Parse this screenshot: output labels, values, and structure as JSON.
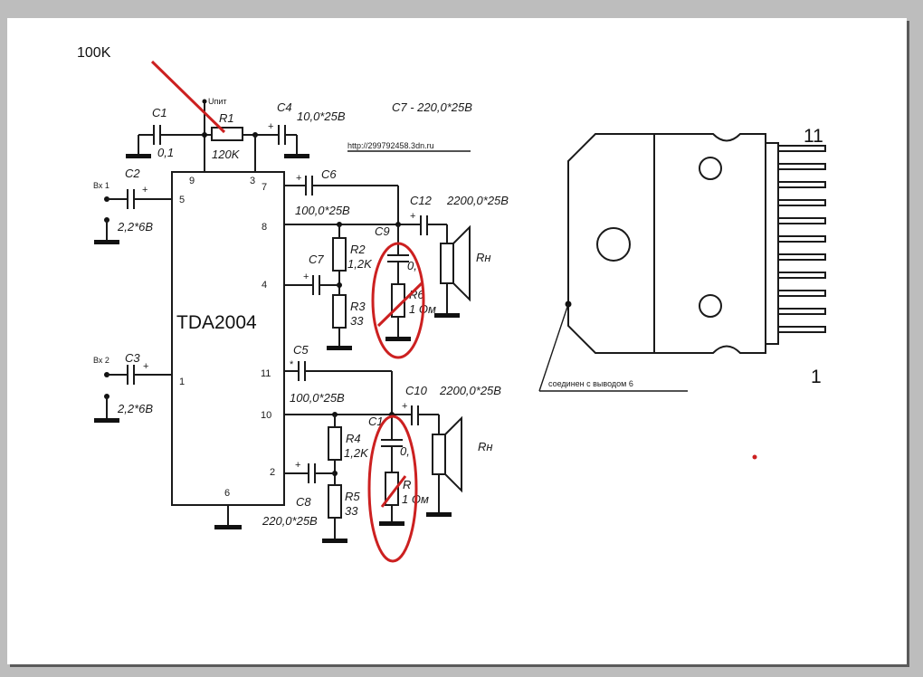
{
  "annotation": {
    "value": "100K"
  },
  "header": {
    "c7_rating": "C7 - 220,0*25В",
    "url": "http://299792458.3dn.ru",
    "supply": "Uпит"
  },
  "ic": {
    "name": "TDA2004"
  },
  "pins": [
    "9",
    "3",
    "5",
    "7",
    "8",
    "4",
    "1",
    "11",
    "10",
    "2",
    "6"
  ],
  "components": {
    "C1": {
      "ref": "C1",
      "value": "0,1"
    },
    "R1": {
      "ref": "R1",
      "value": "120K"
    },
    "C4": {
      "ref": "C4",
      "value": "10,0*25В"
    },
    "C2": {
      "ref": "C2",
      "value": "2,2*6В"
    },
    "C6": {
      "ref": "C6",
      "value": "100,0*25В"
    },
    "C12": {
      "ref": "C12",
      "value": "2200,0*25В"
    },
    "C9": {
      "ref": "C9",
      "value": "0,"
    },
    "R2": {
      "ref": "R2",
      "value": "1,2K"
    },
    "C7": {
      "ref": "C7"
    },
    "R6": {
      "ref": "R6",
      "value": "1 Ом"
    },
    "R3": {
      "ref": "R3",
      "value": "33"
    },
    "C3": {
      "ref": "C3",
      "value": "2,2*6В"
    },
    "C5": {
      "ref": "C5",
      "value": "100,0*25В"
    },
    "C10": {
      "ref": "C10",
      "value": "2200,0*25В"
    },
    "C11": {
      "ref": "C1",
      "value": "0,"
    },
    "R4": {
      "ref": "R4",
      "value": "1,2K"
    },
    "R7": {
      "ref": "R",
      "value": "1 Ом"
    },
    "C8": {
      "ref": "C8",
      "value": "220,0*25В"
    },
    "R5": {
      "ref": "R5",
      "value": "33"
    }
  },
  "inputs": {
    "in1": "Вх 1",
    "in2": "Вх 2"
  },
  "speakers": {
    "top": "Rн",
    "bottom": "Rн"
  },
  "package": {
    "pin_top": "11",
    "pin_bottom": "1",
    "note": "соединен с выводом 6"
  },
  "colors": {
    "annotation": "#cc2020",
    "wire": "#1a1a1a",
    "frame": "#bdbdbd"
  }
}
